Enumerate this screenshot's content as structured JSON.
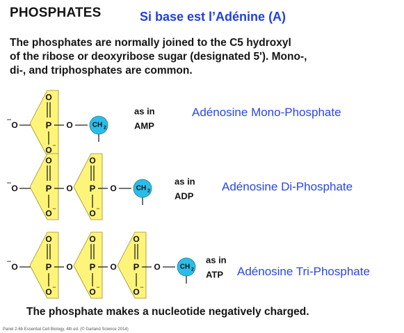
{
  "header": {
    "title": "PHOSPHATES",
    "highlight": "Si base est l’Adénine (A)"
  },
  "intro_lines": [
    "The phosphates are normally joined to the C5 hydroxyl",
    "of the ribose or deoxyribose sugar (designated 5'). Mono-,",
    "di-, and triphosphates are common."
  ],
  "atoms": {
    "oxygen": "O",
    "oxygen_minus": "O",
    "phosphorus": "P",
    "sugar_carbon": "CH",
    "sugar_subscript": "2",
    "charge": "−"
  },
  "rows": [
    {
      "phosphate_count": 1,
      "as_in": "as in",
      "abbr": "AMP",
      "name": "Adénosine Mono-Phosphate"
    },
    {
      "phosphate_count": 2,
      "as_in": "as in",
      "abbr": "ADP",
      "name": "Adénosine Di-Phosphate"
    },
    {
      "phosphate_count": 3,
      "as_in": "as in",
      "abbr": "ATP",
      "name": "Adénosine Tri-Phosphate"
    }
  ],
  "footer": "The phosphate makes a nucleotide negatively charged.",
  "credit": "Panel 2-6b Essential Cell Biology, 4th ed. (© Garland Science 2014)",
  "colors": {
    "phosphate_fill": "#fff47a",
    "sugar_fill": "#2bbde8",
    "label_blue": "#2a46e8"
  }
}
